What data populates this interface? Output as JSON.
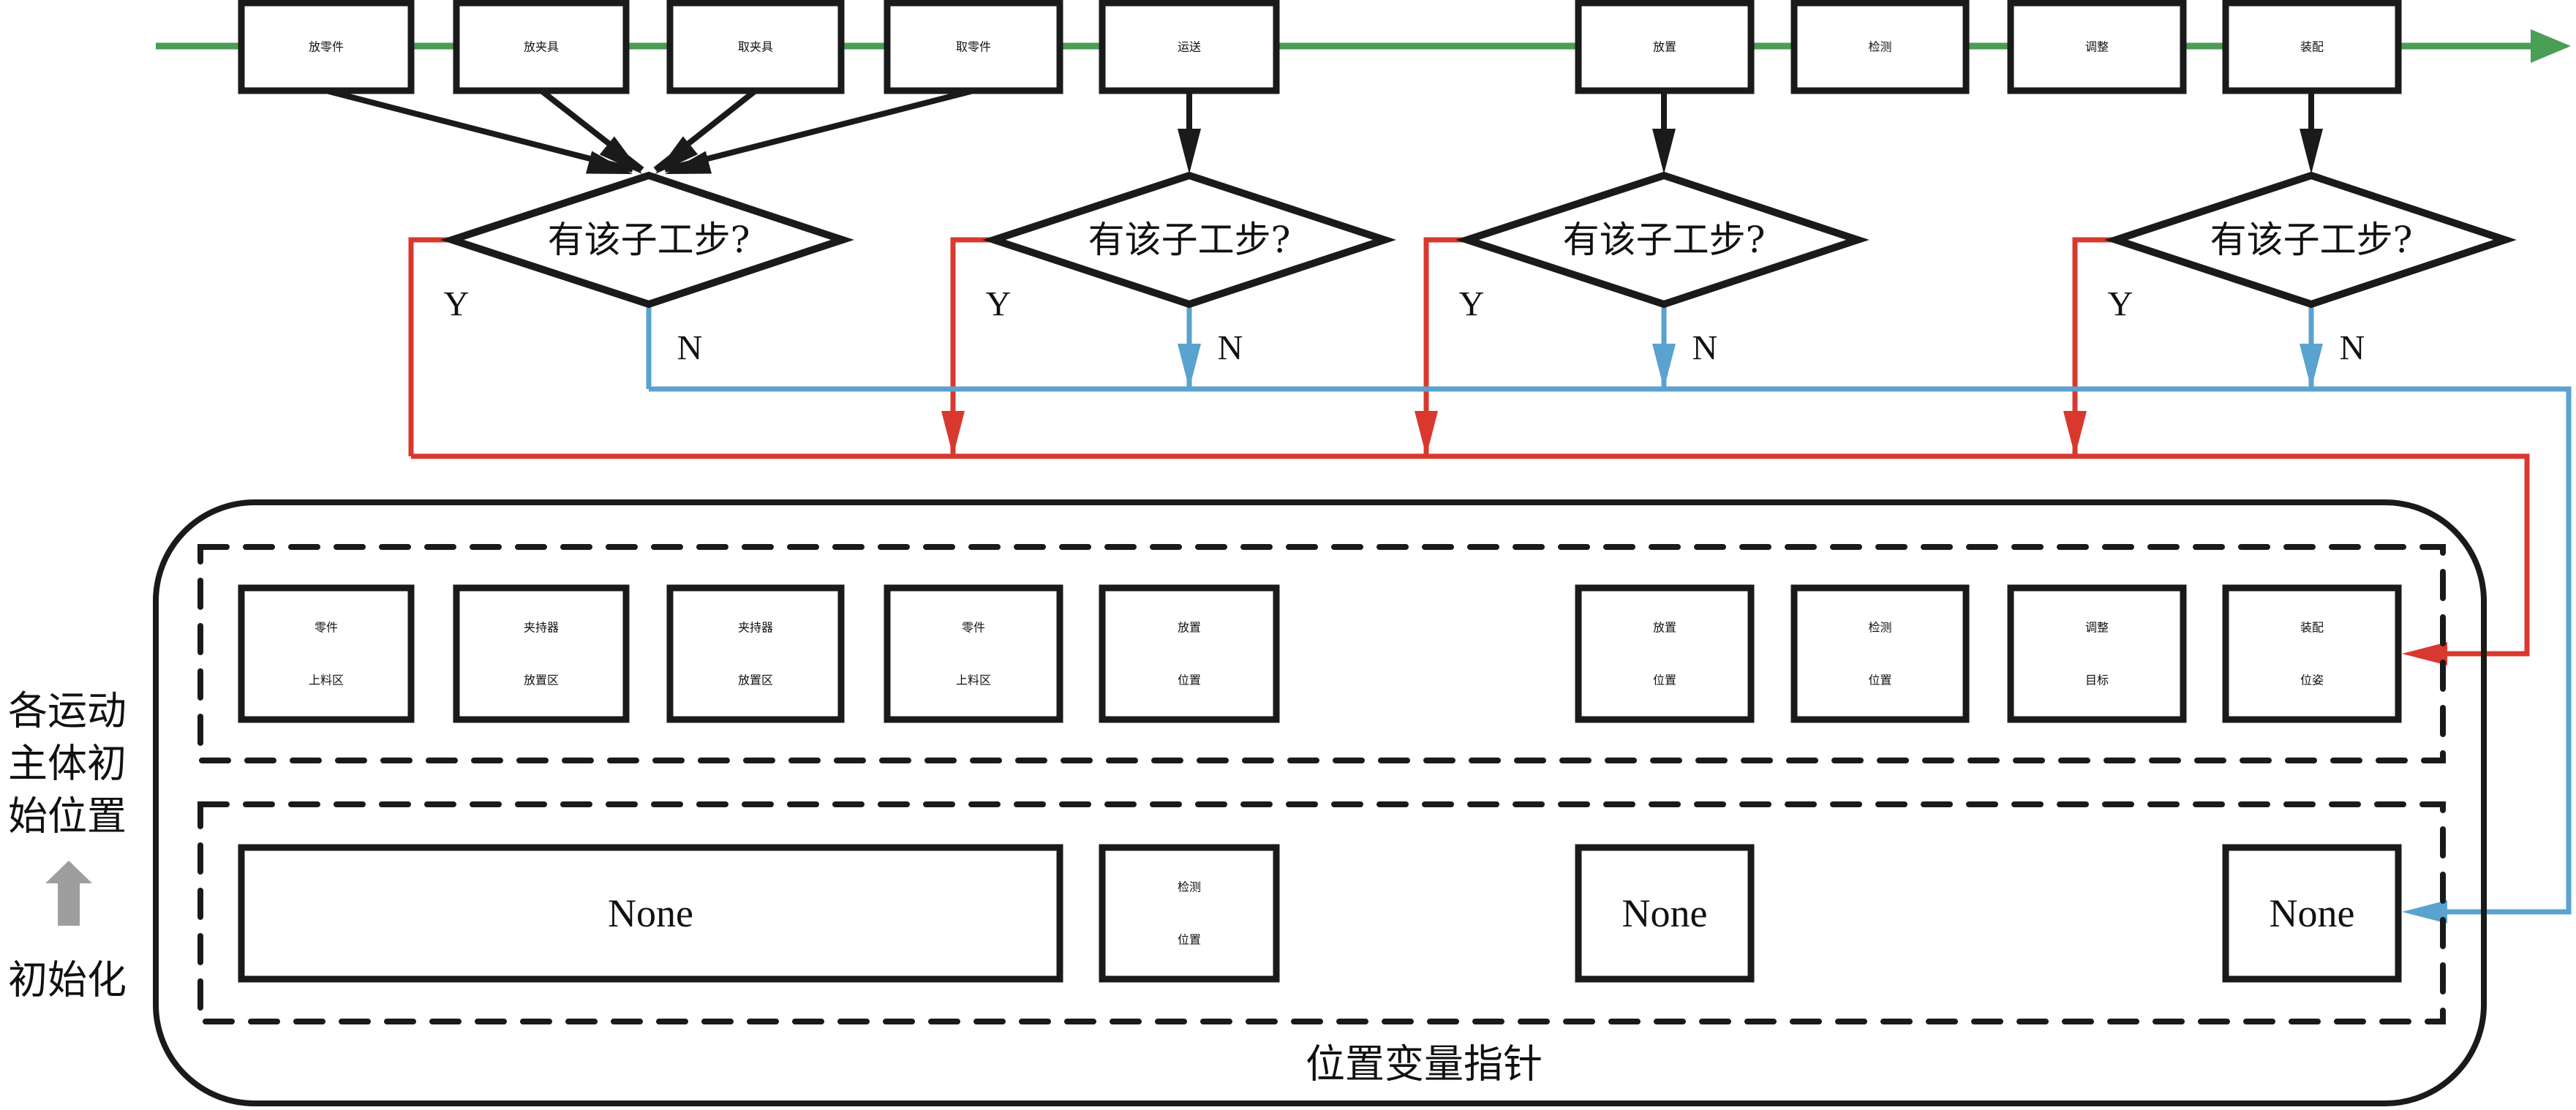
{
  "diagram": {
    "title": "位置变量指针",
    "colors": {
      "main_flow": "#4a9e55",
      "yes_branch": "#d9382e",
      "no_branch": "#5aa2cf",
      "init_arrow": "#9e9e9e",
      "stroke": "#1a1a1a"
    },
    "substeps": [
      {
        "label": "放零件"
      },
      {
        "label": "放夹具"
      },
      {
        "label": "取夹具"
      },
      {
        "label": "取零件"
      },
      {
        "label": "运送"
      },
      {
        "label": "放置"
      },
      {
        "label": "检测"
      },
      {
        "label": "调整"
      },
      {
        "label": "装配"
      }
    ],
    "decisions": [
      {
        "label": "有该子工步?",
        "yes": "Y",
        "no": "N",
        "inputs": [
          "放零件",
          "放夹具",
          "取夹具",
          "取零件"
        ]
      },
      {
        "label": "有该子工步?",
        "yes": "Y",
        "no": "N",
        "inputs": [
          "运送"
        ]
      },
      {
        "label": "有该子工步?",
        "yes": "Y",
        "no": "N",
        "inputs": [
          "放置"
        ]
      },
      {
        "label": "有该子工步?",
        "yes": "Y",
        "no": "N",
        "inputs": [
          "装配"
        ]
      }
    ],
    "position_row_1": [
      {
        "line1": "零件",
        "line2": "上料区"
      },
      {
        "line1": "夹持器",
        "line2": "放置区"
      },
      {
        "line1": "夹持器",
        "line2": "放置区"
      },
      {
        "line1": "零件",
        "line2": "上料区"
      },
      {
        "line1": "放置",
        "line2": "位置"
      },
      {
        "line1": "放置",
        "line2": "位置"
      },
      {
        "line1": "检测",
        "line2": "位置"
      },
      {
        "line1": "调整",
        "line2": "目标"
      },
      {
        "line1": "装配",
        "line2": "位姿"
      }
    ],
    "position_row_2": [
      {
        "line1": "None",
        "line2": ""
      },
      {
        "line1": "检测",
        "line2": "位置"
      },
      {
        "line1": "None",
        "line2": ""
      },
      {
        "line1": "None",
        "line2": ""
      }
    ],
    "side_label": {
      "lines": [
        "各运动",
        "主体初",
        "始位置"
      ],
      "bottom": "初始化"
    }
  }
}
